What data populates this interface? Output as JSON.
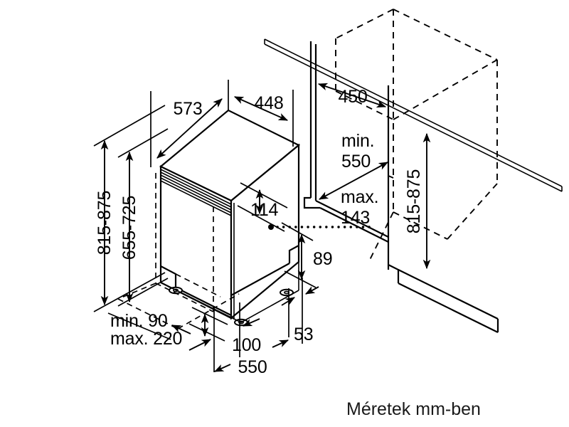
{
  "document": {
    "type": "technical-dimension-drawing",
    "subject": "built-in dishwasher installation niche",
    "unit_caption": "Méretek mm-ben",
    "line_color": "#000000",
    "background_color": "#ffffff"
  },
  "dimensions": {
    "depth_total": "573",
    "width_top": "448",
    "niche_depth": "450",
    "height_range_outer": "815-875",
    "height_range_inner": "655-725",
    "height_range_right": "815-875",
    "door_panel_height": "114",
    "min_width": "min.",
    "min_width_value": "550",
    "max_label": "max.",
    "max_value": "143",
    "plinth_height": "89",
    "foot_min_label": "min. 90",
    "foot_max_label": "max. 220",
    "base_offset": "100",
    "toe_depth": "53",
    "bottom_width": "550"
  },
  "labels": [
    {
      "id": "d-573",
      "text": "573"
    },
    {
      "id": "d-448",
      "text": "448"
    },
    {
      "id": "d-450",
      "text": "450"
    },
    {
      "id": "d-815-875-left",
      "text": "815-875"
    },
    {
      "id": "d-655-725",
      "text": "655-725"
    },
    {
      "id": "d-815-875-right",
      "text": "815-875"
    },
    {
      "id": "d-114",
      "text": "114"
    },
    {
      "id": "d-min",
      "text": "min."
    },
    {
      "id": "d-550-min",
      "text": "550"
    },
    {
      "id": "d-max",
      "text": "max."
    },
    {
      "id": "d-143",
      "text": "143"
    },
    {
      "id": "d-89",
      "text": "89"
    },
    {
      "id": "d-min-90",
      "text": "min. 90"
    },
    {
      "id": "d-max-220",
      "text": "max. 220"
    },
    {
      "id": "d-100",
      "text": "100"
    },
    {
      "id": "d-53",
      "text": "53"
    },
    {
      "id": "d-550-bottom",
      "text": "550"
    },
    {
      "id": "caption",
      "text": "Méretek mm-ben"
    }
  ]
}
